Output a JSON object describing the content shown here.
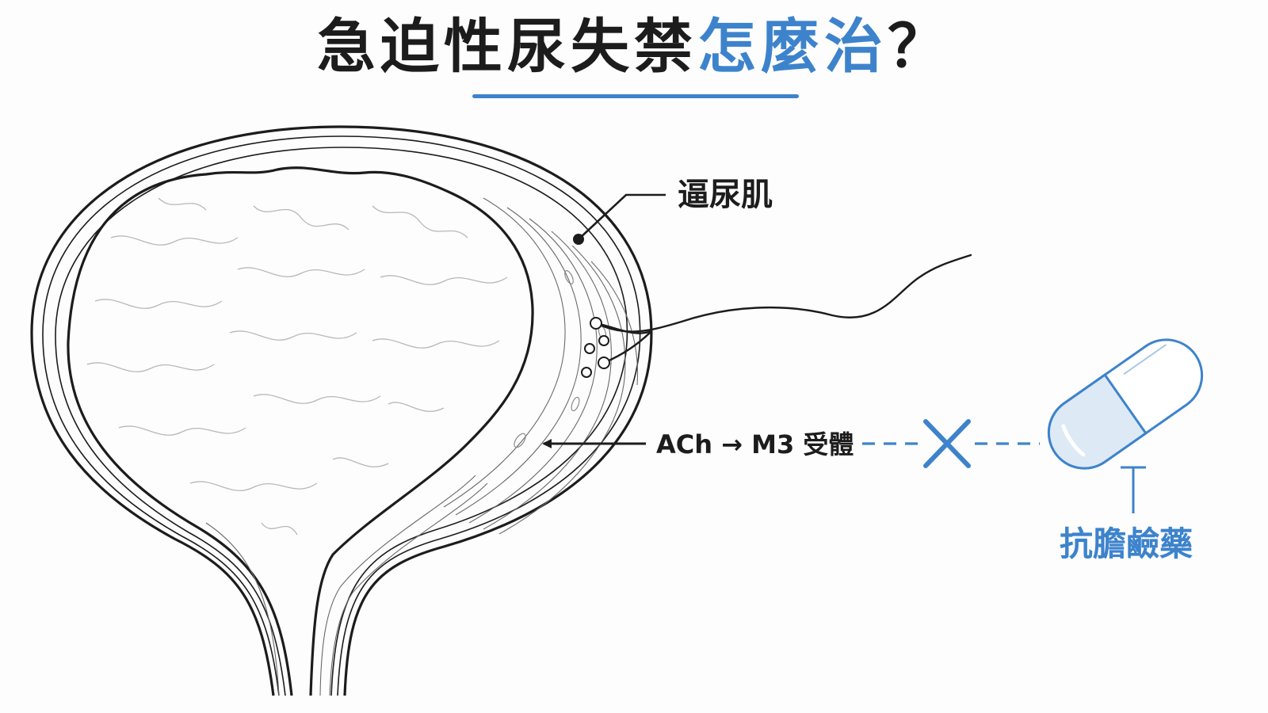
{
  "title": {
    "main": "急迫性尿失禁",
    "accent": "怎麼治",
    "mark": "？"
  },
  "labels": {
    "muscle": "逼尿肌",
    "receptor": "ACh → M3 受體",
    "drug": "抗膽鹼藥"
  },
  "colors": {
    "accent": "#3d83cc",
    "ink": "#1c1c1c",
    "capsule_fill": "#dde9f5"
  },
  "icons": {
    "blocked": "x-mark-icon",
    "capsule": "capsule-icon"
  }
}
